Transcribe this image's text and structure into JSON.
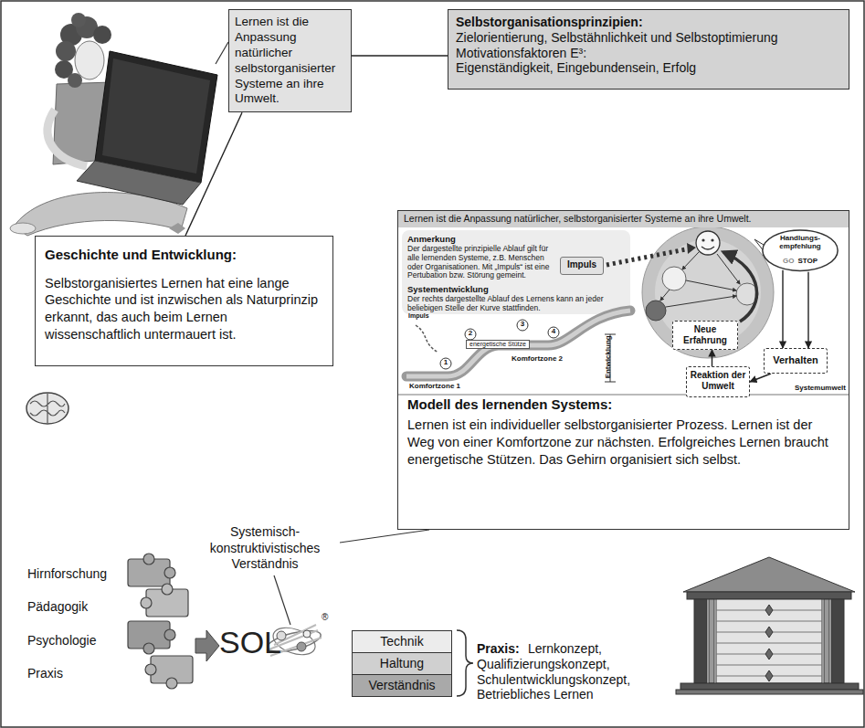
{
  "diagram": {
    "nodes": [
      {
        "text": [
          "Lernen ist die Anpassung natürlicher selbstorganisierter Systeme an ihre Umwelt."
        ]
      },
      {
        "text": [
          "Selbstorganisationsprinzipien:",
          "Zielorientierung, Selbstähnlichkeit und Selbstoptimierung",
          "Motivationsfaktoren E³:",
          "Eigenständigkeit, Eingebundensein, Erfolg"
        ]
      },
      {
        "text": [
          "Geschichte und Entwicklung:",
          "Selbstorganisiertes Lernen hat eine lange Geschichte und ist inzwischen als Naturprinzip erkannt, das auch beim Lernen wissenschaftlich untermauert ist."
        ]
      },
      {
        "text": [
          "Lernen ist die Anpassung natürlicher, selbstorganisierter Systeme an ihre Umwelt.",
          "Modell des lernenden Systems:",
          "Lernen ist ein individueller selbstorganisierter Prozess. Lernen ist der Weg von einer Komfortzone zur nächsten. Erfolgreiches Lernen braucht energetische Stützen. Das Gehirn organisiert sich selbst."
        ]
      },
      {
        "text": [
          "Impuls"
        ],
        "in": 3
      },
      {
        "text": [
          "Handlungs-empfehlung",
          "GO",
          "STOP"
        ],
        "in": 3
      },
      {
        "text": [
          "Neue Erfahrung"
        ],
        "in": 3
      },
      {
        "text": [
          "Verhalten"
        ],
        "in": 3
      },
      {
        "text": [
          "Reaktion der Umwelt"
        ],
        "in": 3
      },
      {
        "text": [
          "Technik"
        ]
      },
      {
        "text": [
          "Haltung"
        ]
      },
      {
        "text": [
          "Verständnis"
        ]
      }
    ],
    "edges": [
      {
        "from": 0,
        "to": 1,
        "arrow": "none"
      },
      {
        "from": 0,
        "to": 2,
        "arrow": "none"
      },
      {
        "from": 5,
        "to": 7,
        "arrow": "to"
      },
      {
        "from": 5,
        "to": 7,
        "arrow": "to"
      },
      {
        "from": 7,
        "to": 8,
        "arrow": "to"
      },
      {
        "from": 8,
        "to": 6,
        "arrow": "to"
      }
    ],
    "labels": [
      "Anmerkung",
      "Der dargestellte prinzipielle Ablauf gilt für alle lernenden Systeme, z.B. Menschen oder Organisationen. Mit „Impuls“ ist eine Pertubation bzw. Störung gemeint.",
      "Systementwicklung",
      "Der rechts dargestellte Ablauf des Lernens kann an jeder beliebigen Stelle der Kurve stattfinden.",
      "Impuls",
      "1",
      "2",
      "3",
      "4",
      "energetische Stütze",
      "Komfortzone 2",
      "Komfortzone 1",
      "Entwicklung",
      "Systemumwelt",
      "Systemisch-konstruktivistisches Verständnis",
      "Hirnforschung",
      "Pädagogik",
      "Psychologie",
      "Praxis",
      "SOL",
      "®",
      "Praxis:",
      "Lernkonzept, Qualifizierungskonzept, Schulentwicklungskonzept, Betriebliches Lernen"
    ]
  }
}
